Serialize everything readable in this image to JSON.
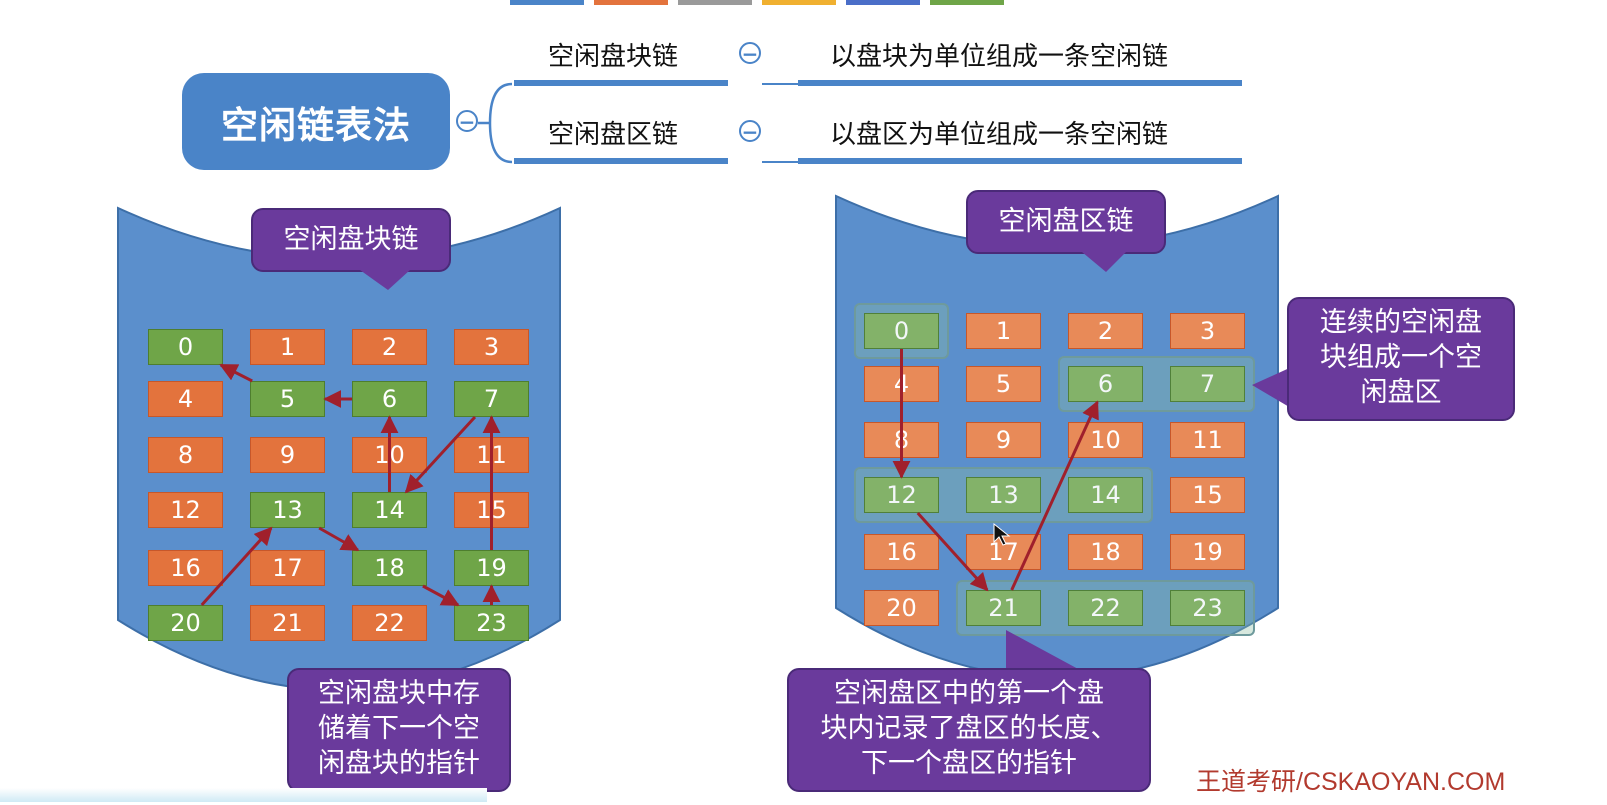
{
  "mindmap": {
    "root": "空闲链表法",
    "branches": [
      {
        "name": "空闲盘块链",
        "desc": "以盘块为单位组成一条空闲链"
      },
      {
        "name": "空闲盘区链",
        "desc": "以盘区为单位组成一条空闲链"
      }
    ],
    "collapse_symbol": "−"
  },
  "block_disk": {
    "title": "空闲盘块链",
    "note": "空闲盘块中存储着下一个空闲盘块的指针",
    "note_lines": [
      "空闲盘块中存",
      "储着下一个空",
      "闲盘块的指针"
    ],
    "blocks": [
      "0",
      "1",
      "2",
      "3",
      "4",
      "5",
      "6",
      "7",
      "8",
      "9",
      "10",
      "11",
      "12",
      "13",
      "14",
      "15",
      "16",
      "17",
      "18",
      "19",
      "20",
      "21",
      "22",
      "23"
    ],
    "free_blocks": [
      0,
      5,
      6,
      7,
      13,
      14,
      18,
      19,
      20,
      23
    ],
    "chain": [
      20,
      13,
      18,
      23,
      19,
      7,
      14,
      6,
      5,
      0
    ]
  },
  "extent_disk": {
    "title": "空闲盘区链",
    "note_lines": [
      "空闲盘区中的第一个盘",
      "块内记录了盘区的长度、",
      "下一个盘区的指针"
    ],
    "side_note_lines": [
      "连续的空闲盘",
      "块组成一个空",
      "闲盘区"
    ],
    "blocks": [
      "0",
      "1",
      "2",
      "3",
      "4",
      "5",
      "6",
      "7",
      "8",
      "9",
      "10",
      "11",
      "12",
      "13",
      "14",
      "15",
      "16",
      "17",
      "18",
      "19",
      "20",
      "21",
      "22",
      "23"
    ],
    "free_blocks": [
      0,
      6,
      7,
      12,
      13,
      14,
      21,
      22,
      23
    ],
    "extents": [
      [
        0
      ],
      [
        12,
        13,
        14
      ],
      [
        21,
        22,
        23
      ],
      [
        6,
        7
      ]
    ]
  },
  "colors": {
    "free": "#6fa548",
    "used": "#e3733d",
    "disk": "#5b8fcc",
    "callout": "#6a3a9c",
    "arrow": "#a0202c",
    "mindmap": "#4a84c8"
  },
  "watermark": "王道考研/CSKAOYAN.COM"
}
